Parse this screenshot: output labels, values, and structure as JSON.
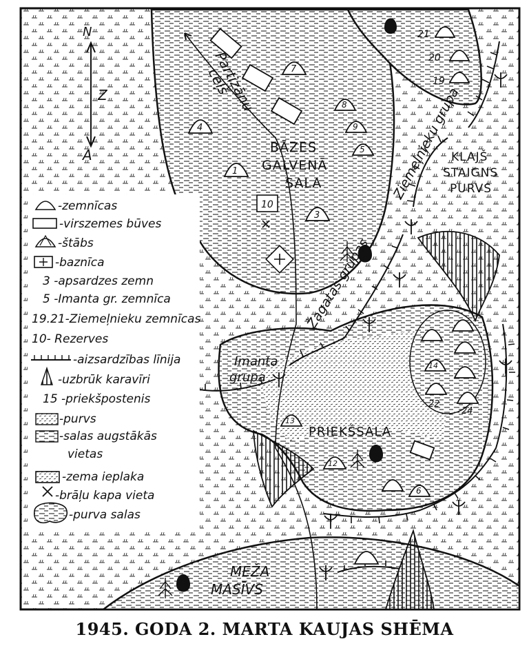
{
  "caption": "1945. GODA 2. MARTA KAUJAS SHĒMA",
  "compass": {
    "north": "N",
    "east": "Z",
    "south": "A"
  },
  "map_labels": {
    "partizanu": "Partizānu",
    "cels": "ceļš",
    "bazes": "BĀZES",
    "galvena": "GALVENĀ",
    "sala": "SALA",
    "ziemelnieku_grupa": "Ziemeļnieku grupa",
    "klajs": "KLAJŠ",
    "staigns": "STAIGNS",
    "purvs": "PURVS",
    "zagatas_grupas": "Žagatas grupas",
    "imanta": "Imanta",
    "grupa": "grupa",
    "priekssala": "PRIEKŠSALA",
    "meza": "MEŽA",
    "masivs": "MASĪVS"
  },
  "dugouts": [
    {
      "id": "1",
      "label": "1"
    },
    {
      "id": "3",
      "label": "3"
    },
    {
      "id": "4",
      "label": "4"
    },
    {
      "id": "5",
      "label": "5"
    },
    {
      "id": "7",
      "label": "7"
    },
    {
      "id": "8",
      "label": "8"
    },
    {
      "id": "9",
      "label": "9"
    },
    {
      "id": "13",
      "label": "13"
    },
    {
      "id": "12",
      "label": "12"
    },
    {
      "id": "6",
      "label": "6"
    },
    {
      "id": "14",
      "label": "14"
    },
    {
      "id": "19",
      "label": "19"
    },
    {
      "id": "20",
      "label": "20"
    },
    {
      "id": "21",
      "label": "21"
    }
  ],
  "markers": {
    "reserve": "10",
    "n22": "22",
    "n24": "24"
  },
  "legend": [
    {
      "symbol": "dugout",
      "text": "-zemnīcas"
    },
    {
      "symbol": "building",
      "text": "-virszemes būves"
    },
    {
      "symbol": "hq",
      "text": "-štābs"
    },
    {
      "symbol": "church",
      "text": "-baznīca"
    },
    {
      "symbol": "num3",
      "text": "3 -apsardzes zemn"
    },
    {
      "symbol": "num5",
      "text": "5 -Imanta gr. zemnīca"
    },
    {
      "symbol": "num1921",
      "text": "19.21-Ziemeļnieku zemnīcas"
    },
    {
      "symbol": "num10",
      "text": "10- Rezerves"
    },
    {
      "symbol": "defline",
      "text": "-aizsardzības līnija"
    },
    {
      "symbol": "attack",
      "text": "-uzbrūk karavīri"
    },
    {
      "symbol": "outpost",
      "text": "15 -priekšpostenis"
    },
    {
      "symbol": "swamp",
      "text": "-purvs"
    },
    {
      "symbol": "high",
      "text": "-salas augstākās"
    },
    {
      "symbol": "high2",
      "text": "vietas"
    },
    {
      "symbol": "low",
      "text": "-zema ieplaka"
    },
    {
      "symbol": "grave",
      "text": "-brāļu kapa vieta"
    },
    {
      "symbol": "island",
      "text": "-purva salas"
    }
  ]
}
